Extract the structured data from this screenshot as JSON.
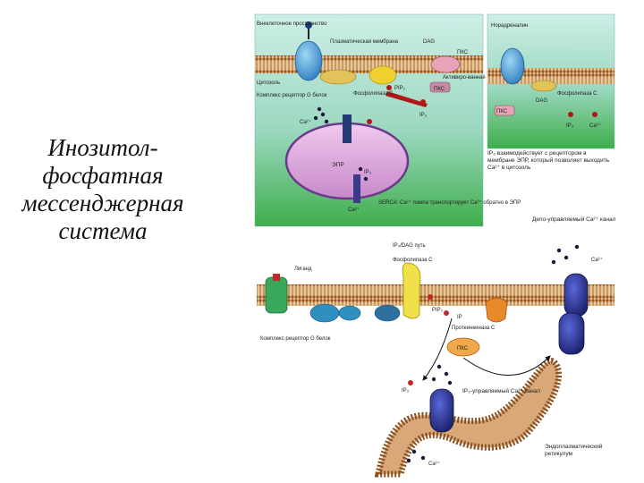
{
  "title": {
    "lines": [
      "Инозитол-",
      "фосфатная",
      "мессенджерная",
      "система"
    ]
  },
  "top_panel": {
    "labels": {
      "extracellular": "Внеклеточное пространство",
      "membrane": "Плазматическая мембрана",
      "dag": "DAG",
      "pkc": "ПКС",
      "cytosol": "Цитозоль",
      "complex": "Комплекс рецептор G белок",
      "plc": "Фосфолипаза C",
      "pip2": "PIP₂",
      "activated": "Активиро-ванная",
      "pkc_active": "ПКС",
      "ip3": "IP₃",
      "ca": "Ca²⁺",
      "er": "ЭПР",
      "ip3_r": "IP₃",
      "serca": "SERCA: Ca²⁺ помпа транспортирует Ca²⁺ обратно в ЭПР",
      "ca2": "Ca²⁺"
    },
    "right_inset": {
      "norepinephrine": "Норадреналин",
      "plc": "Фосфолипаза C",
      "dag": "DAG",
      "pkc": "ПКС",
      "ip3": "IP₃",
      "ca": "Ca²⁺"
    },
    "note": "IP₃ взаимодействует с рецептором в мембране ЭПР, который позволяет выходить Ca²⁺ в цитозоль"
  },
  "bottom_panel": {
    "labels": {
      "store_channel": "Депо-управляемый Ca²⁺ канал",
      "pathway": "IP₃/DAG путь",
      "plc": "Фосфолипаза C",
      "ca_top": "Ca²⁺",
      "ligand": "Лиганд",
      "pip2": "PIP₂",
      "ip3": "IP",
      "protein_kinase": "Протеинкиназа C",
      "complex": "Комплекс рецептор G белок",
      "pkc": "ПКС",
      "ip3_low": "IP₃",
      "ip3_channel": "IP₃-управляемый Ca²⁺ канал",
      "ca_bottom": "Ca²⁺",
      "er": "Эндоплазматический ретикулум"
    }
  }
}
